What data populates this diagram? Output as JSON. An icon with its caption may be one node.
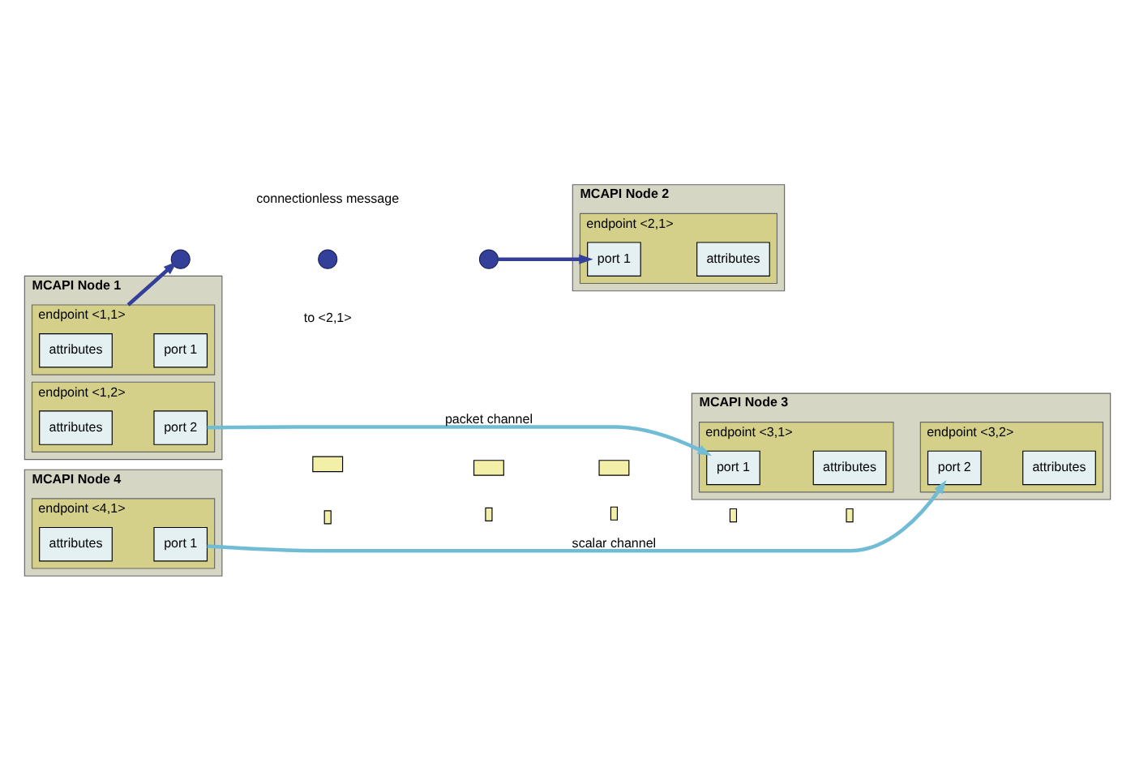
{
  "diagram": {
    "nodes": [
      {
        "text": [
          "MCAPI Node 1"
        ]
      },
      {
        "text": [
          "endpoint <1,1>"
        ],
        "in": 0
      },
      {
        "text": [
          "attributes"
        ],
        "in": 1
      },
      {
        "text": [
          "port 1"
        ],
        "in": 1
      },
      {
        "text": [
          "endpoint <1,2>"
        ],
        "in": 0
      },
      {
        "text": [
          "attributes"
        ],
        "in": 4
      },
      {
        "text": [
          "port 2"
        ],
        "in": 4
      },
      {
        "text": [
          "MCAPI Node 2"
        ]
      },
      {
        "text": [
          "endpoint <2,1>"
        ],
        "in": 7
      },
      {
        "text": [
          "port 1"
        ],
        "in": 8
      },
      {
        "text": [
          "attributes"
        ],
        "in": 8
      },
      {
        "text": [
          "MCAPI Node 3"
        ]
      },
      {
        "text": [
          "endpoint <3,1>"
        ],
        "in": 11
      },
      {
        "text": [
          "port 1"
        ],
        "in": 12
      },
      {
        "text": [
          "attributes"
        ],
        "in": 12
      },
      {
        "text": [
          "endpoint <3,2>"
        ],
        "in": 11
      },
      {
        "text": [
          "port 2"
        ],
        "in": 15
      },
      {
        "text": [
          "attributes"
        ],
        "in": 15
      },
      {
        "text": [
          "MCAPI Node 4"
        ]
      },
      {
        "text": [
          "endpoint <4,1>"
        ],
        "in": 18
      },
      {
        "text": [
          "attributes"
        ],
        "in": 19
      },
      {
        "text": [
          "port 1"
        ],
        "in": 19
      },
      {
        "text": [],
        "shape": "circle"
      },
      {
        "text": [],
        "shape": "circle"
      },
      {
        "text": [],
        "shape": "circle"
      },
      {
        "text": [],
        "shape": "box"
      },
      {
        "text": [],
        "shape": "box"
      },
      {
        "text": [],
        "shape": "box"
      },
      {
        "text": [],
        "shape": "bar"
      },
      {
        "text": [],
        "shape": "bar"
      },
      {
        "text": [],
        "shape": "bar"
      },
      {
        "text": [],
        "shape": "bar"
      },
      {
        "text": [],
        "shape": "bar"
      }
    ],
    "edges": [
      {
        "from": 1,
        "to": 22,
        "arrow": "to",
        "color": "#333f99"
      },
      {
        "from": 24,
        "to": 9,
        "arrow": "to",
        "color": "#333f99"
      },
      {
        "from": 6,
        "to": 13,
        "arrow": "to",
        "label": "packet channel",
        "color": "#6fbcd4"
      },
      {
        "from": 21,
        "to": 16,
        "arrow": "to",
        "label": "scalar channel",
        "color": "#6fbcd4"
      }
    ],
    "labels": [
      "connectionless message",
      "to <2,1>"
    ]
  }
}
